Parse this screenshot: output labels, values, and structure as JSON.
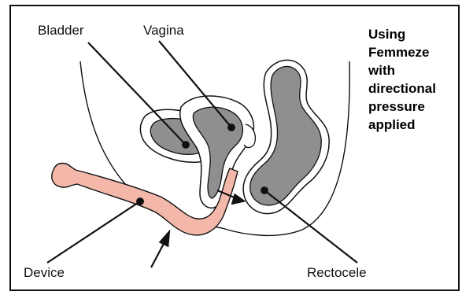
{
  "labels": {
    "bladder": "Bladder",
    "vagina": "Vagina",
    "device": "Device",
    "rectocele": "Rectocele"
  },
  "caption": {
    "lines": [
      "Using",
      "Femmeze",
      "with",
      "directional",
      "pressure",
      "applied"
    ]
  },
  "colors": {
    "organ_fill": "#8f8f8f",
    "device_fill": "#f4b8aa",
    "outline": "#111111"
  }
}
